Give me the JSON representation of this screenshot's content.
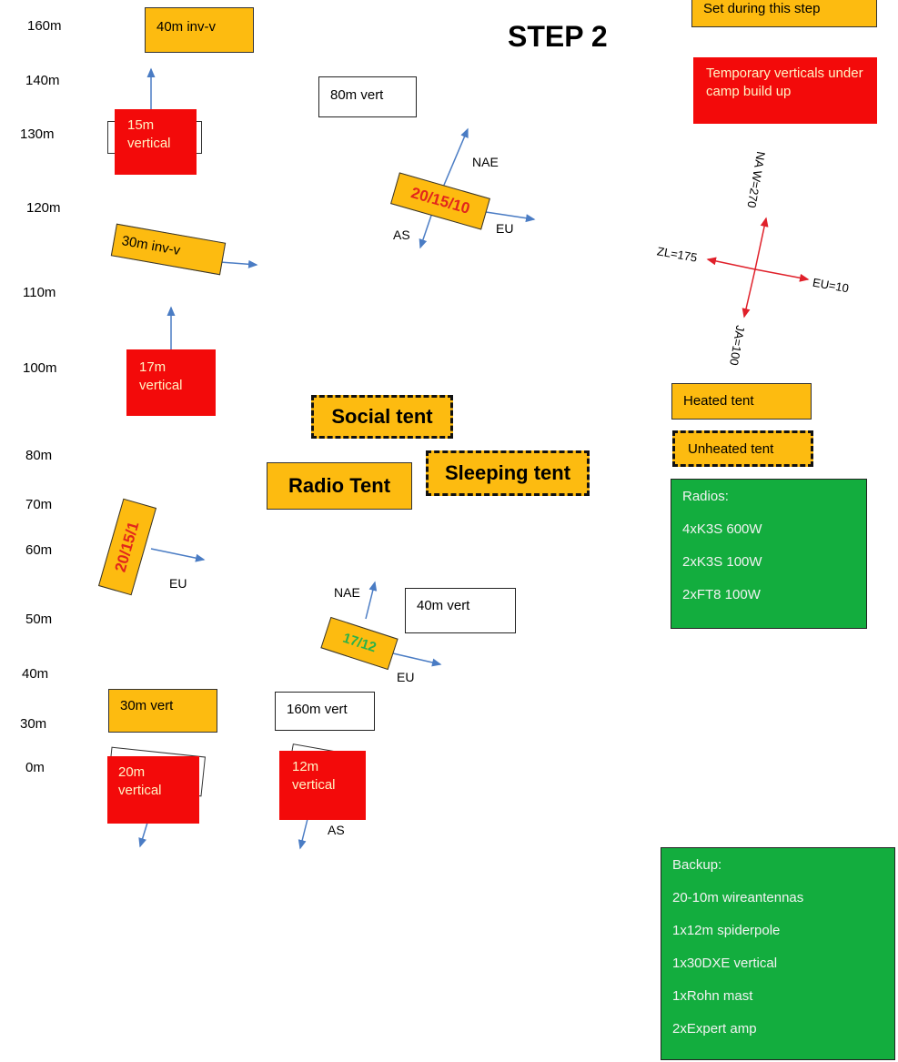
{
  "title": "STEP 2",
  "y_axis_labels": [
    "160m",
    "140m",
    "130m",
    "120m",
    "110m",
    "100m",
    "80m",
    "70m",
    "60m",
    "50m",
    "40m",
    "30m",
    "0m"
  ],
  "legend": {
    "orange_note": "Set during this step",
    "red_note": "Temporary verticals under camp build up",
    "heated": "Heated tent",
    "unheated": "Unheated tent"
  },
  "compass": {
    "up": "NA W=270",
    "left": "ZL=175",
    "right": "EU=10",
    "down": "JA=100"
  },
  "antennas": {
    "inv40": "40m inv-v",
    "vert80": "80m vert",
    "vert15": "15m vertical",
    "yagi201510": "20/15/10",
    "inv30": "30m inv-v",
    "vert17": "17m vertical",
    "yagi20151": "20/15/1",
    "yagi1712": "17/12",
    "vert40": "40m vert",
    "vert30": "30m vert",
    "vert160": "160m vert",
    "vert20": "20m vertical",
    "vert12": "12m vertical"
  },
  "directions": {
    "nae1": "NAE",
    "as1": "AS",
    "eu1": "EU",
    "eu2": "EU",
    "nae2": "NAE",
    "eu3": "EU",
    "as2": "AS"
  },
  "tents": {
    "social": "Social tent",
    "radio": "Radio Tent",
    "sleeping": "Sleeping tent"
  },
  "radios": {
    "title": "Radios:",
    "items": [
      "4xK3S 600W",
      "2xK3S 100W",
      "2xFT8 100W"
    ]
  },
  "backup": {
    "title": "Backup:",
    "items": [
      "20-10m wireantennas",
      "1x12m spiderpole",
      "1x30DXE vertical",
      "1xRohn mast",
      "2xExpert amp"
    ]
  }
}
